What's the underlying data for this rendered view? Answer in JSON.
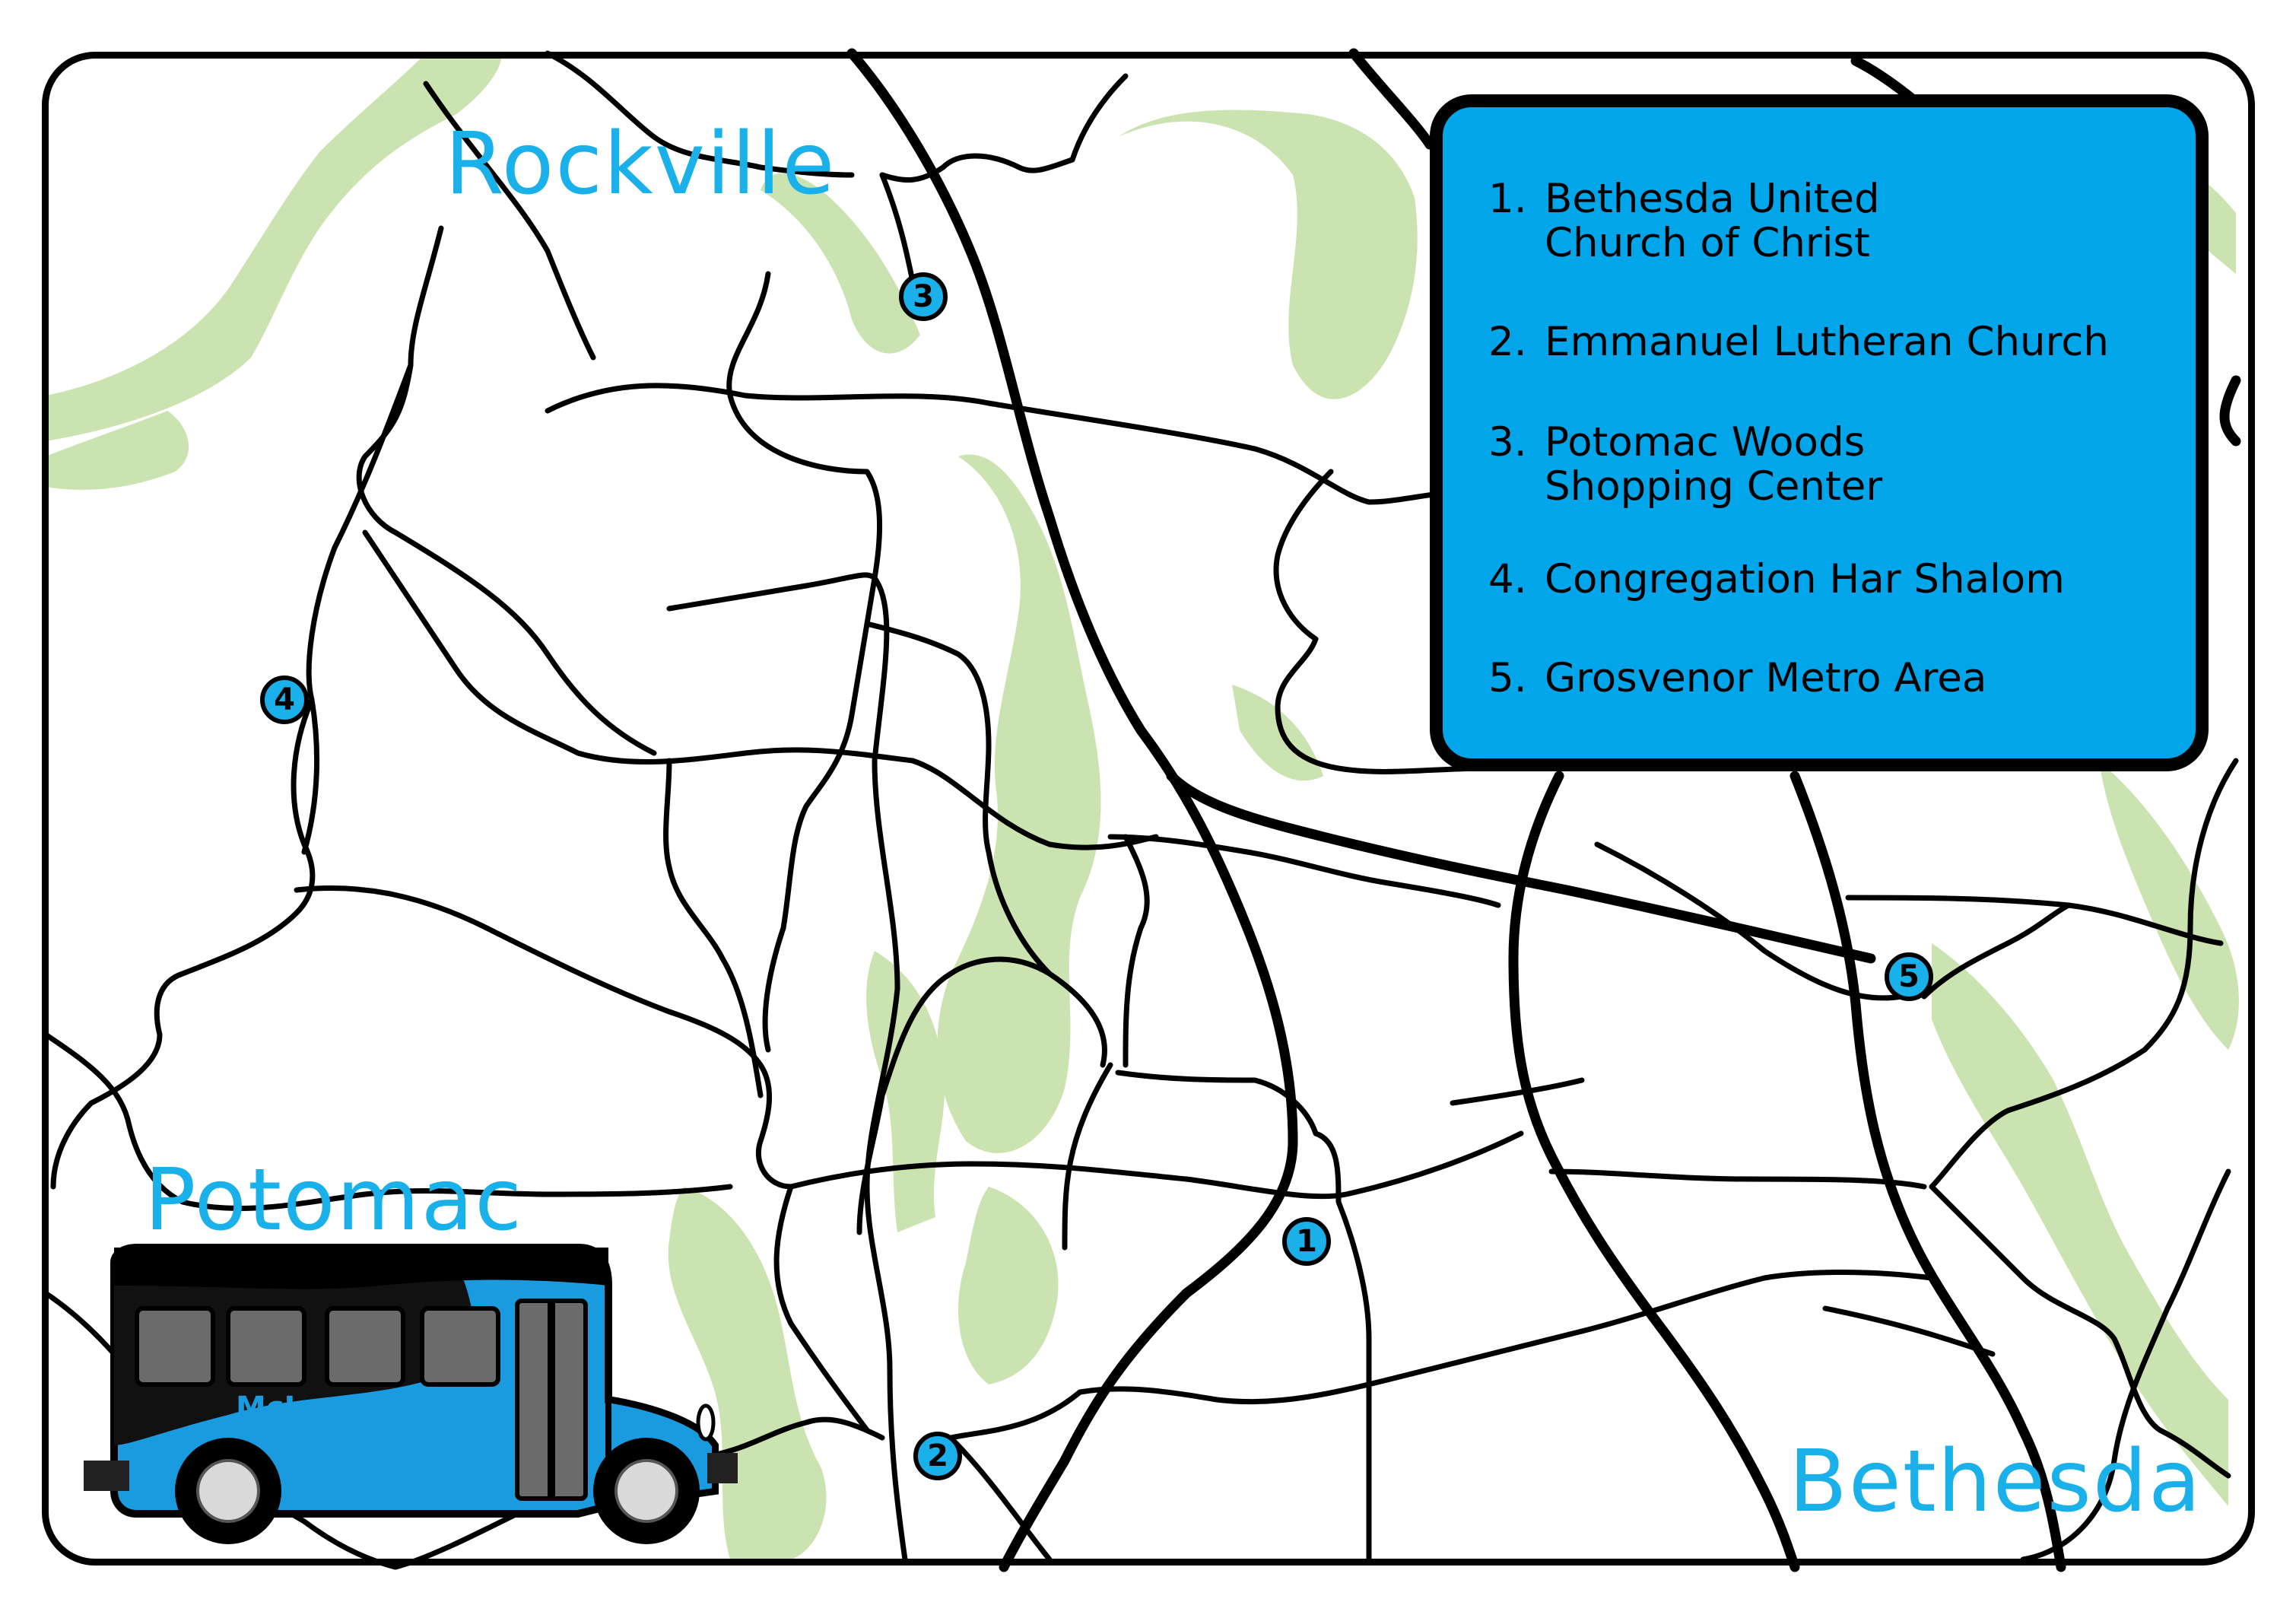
{
  "map": {
    "cities": [
      "Rockville",
      "Potomac",
      "Bethesda"
    ],
    "legend": [
      {
        "num": "1.",
        "text": "Bethesda United\nChurch of Christ"
      },
      {
        "num": "2.",
        "text": "Emmanuel Lutheran Church"
      },
      {
        "num": "3.",
        "text": "Potomac Woods\nShopping Center"
      },
      {
        "num": "4.",
        "text": "Congregation Har Shalom"
      },
      {
        "num": "5.",
        "text": "Grosvenor Metro Area"
      }
    ],
    "markers": [
      "1",
      "2",
      "3",
      "4",
      "5"
    ],
    "bus_label": "McLean School",
    "colors": {
      "city": "#1ab0ea",
      "legend_bg": "#00a6e9",
      "park": "#cbe3b0",
      "road": "#000000",
      "bus_blue": "#1a9be0"
    }
  }
}
